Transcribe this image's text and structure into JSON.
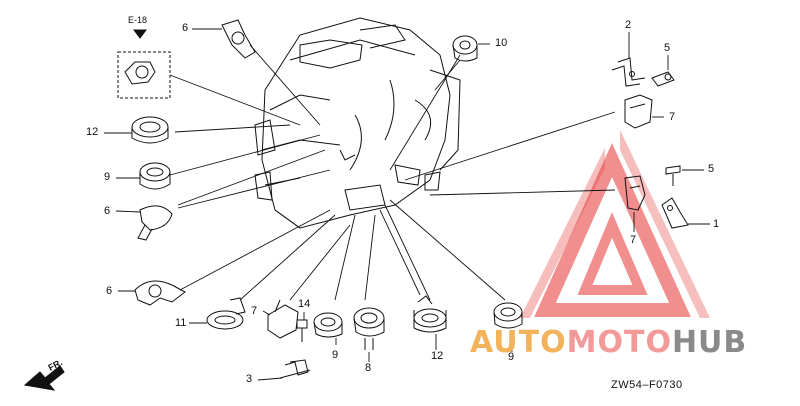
{
  "diagram": {
    "reference": "E-18",
    "direction": "FR.",
    "code": "ZW54–F0730",
    "callouts": [
      "1",
      "2",
      "3",
      "5",
      "5",
      "6",
      "6",
      "7",
      "7",
      "7",
      "8",
      "9",
      "9",
      "9",
      "10",
      "11",
      "12",
      "12",
      "14"
    ]
  },
  "watermark": {
    "part1": "AUTO",
    "part2": "MOTO",
    "part3": "HUB"
  },
  "colors": {
    "line": "#111111",
    "watermark_red": "#e84545",
    "watermark_orange": "#f2b35a",
    "watermark_gray": "#8a8a8a"
  }
}
